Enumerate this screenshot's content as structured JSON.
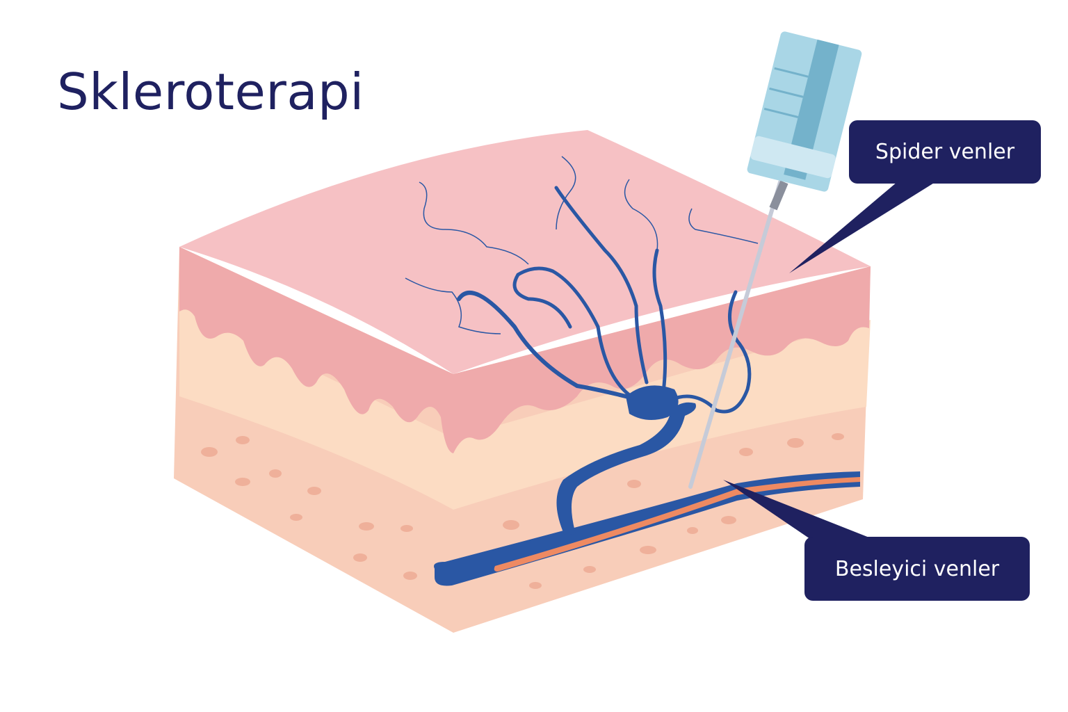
{
  "title": "Skleroterapi",
  "labels": {
    "spider_veins": "Spider venler",
    "feeder_veins": "Besleyici venler"
  },
  "colors": {
    "title_text": "#1f2160",
    "callout_bg": "#1f2160",
    "callout_text": "#ffffff",
    "skin_top": "#f6c1c4",
    "epidermis": "#efaaab",
    "dermis": "#fcdcc3",
    "subcutis": "#f8cdb9",
    "vein": "#2a57a4",
    "feeder_core": "#ee8a62",
    "syringe": "#a9d6e6",
    "syringe_dark": "#74b2cb"
  }
}
